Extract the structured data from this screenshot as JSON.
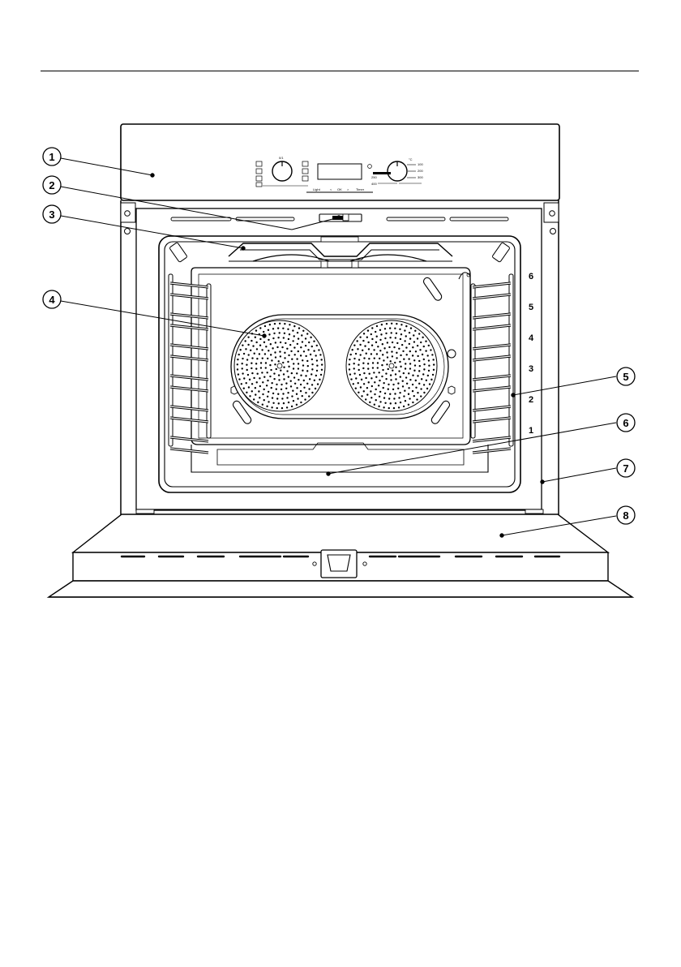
{
  "callouts": [
    "1",
    "2",
    "3",
    "4",
    "5",
    "6",
    "7",
    "8"
  ],
  "shelf_levels": [
    "6",
    "5",
    "4",
    "3",
    "2",
    "1"
  ],
  "control_panel": {
    "function_dial_label": "0/1",
    "temp_unit": "°C",
    "temp_scale": [
      "100",
      "200",
      "300",
      "250",
      "400"
    ],
    "buttons": [
      "Light",
      "<",
      "OK",
      ">",
      "Timer"
    ]
  }
}
